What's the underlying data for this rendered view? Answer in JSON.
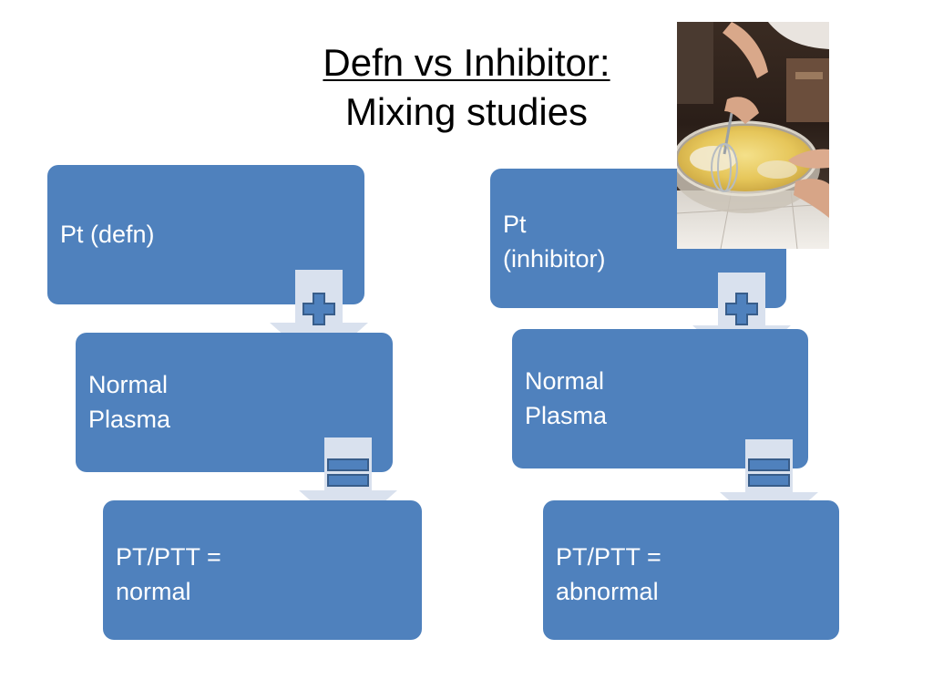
{
  "slide": {
    "title_line1": "Defn vs Inhibitor:",
    "title_line2": "Mixing studies"
  },
  "left_flow": {
    "box1": [
      "Pt (defn)"
    ],
    "box2": [
      "Normal",
      "Plasma"
    ],
    "box3": [
      "PT/PTT =",
      "normal"
    ]
  },
  "right_flow": {
    "box1": [
      "Pt",
      "(inhibitor)"
    ],
    "box2": [
      "Normal",
      "Plasma"
    ],
    "box3": [
      "PT/PTT =",
      "abnormal"
    ]
  },
  "operators": [
    "plus",
    "equals"
  ],
  "icons": [
    "plus-icon",
    "equals-icon",
    "down-arrow-icon"
  ],
  "photo": {
    "subject": "whisking-bowl-photo"
  },
  "colors": {
    "box_fill": "#4f81bd",
    "arrow_fill": "#d9e1ee",
    "operator_fill": "#4f81bd",
    "operator_stroke": "#385d8a",
    "text": "#ffffff"
  }
}
